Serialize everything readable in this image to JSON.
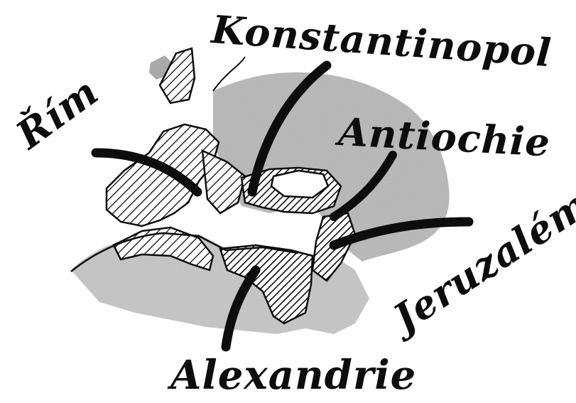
{
  "map": {
    "style": "hand-drawn pencil sketch",
    "colors": {
      "ink": "#0d0d0d",
      "pencil_shade": "#9a9a9a",
      "paper": "#ffffff"
    },
    "cities": [
      {
        "id": "konstantinopol",
        "name": "Konstantinopol"
      },
      {
        "id": "antiochie",
        "name": "Antiochie"
      },
      {
        "id": "rim",
        "name": "Řím"
      },
      {
        "id": "jeruzalem",
        "name": "Jeruzalém"
      },
      {
        "id": "alexandrie",
        "name": "Alexandrie"
      }
    ]
  }
}
